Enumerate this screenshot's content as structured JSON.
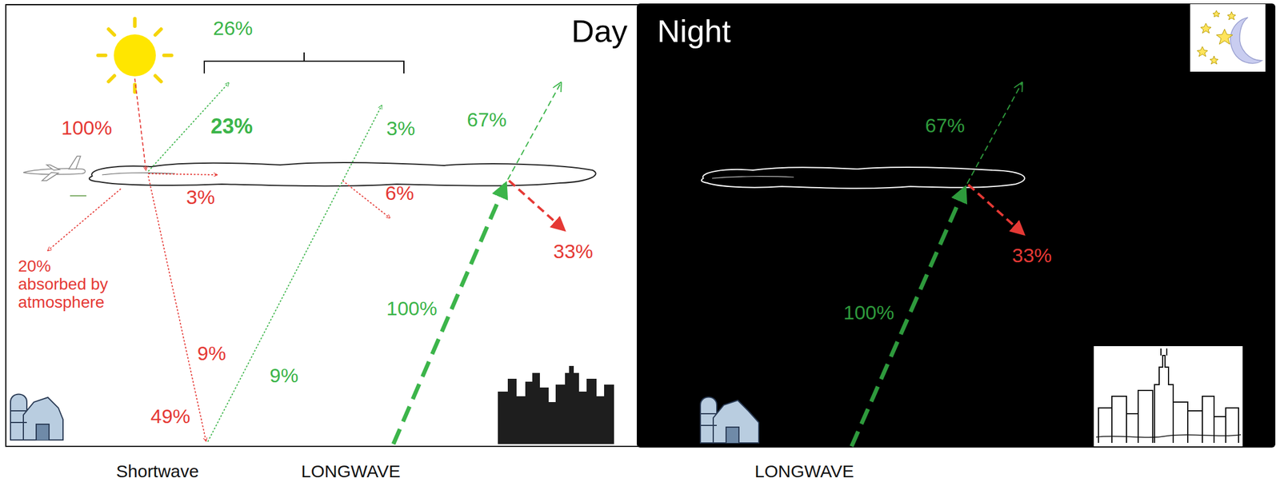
{
  "diagram": {
    "labels": [
      "26%",
      "Day",
      "Night",
      "23%",
      "3%",
      "67%",
      "100%",
      "3%",
      "6%",
      "33%",
      "20% absorbed by atmosphere",
      "9%",
      "9%",
      "100%",
      "49%",
      "Shortwave",
      "LONGWAVE",
      "67%",
      "33%",
      "100%",
      "LONGWAVE"
    ]
  }
}
